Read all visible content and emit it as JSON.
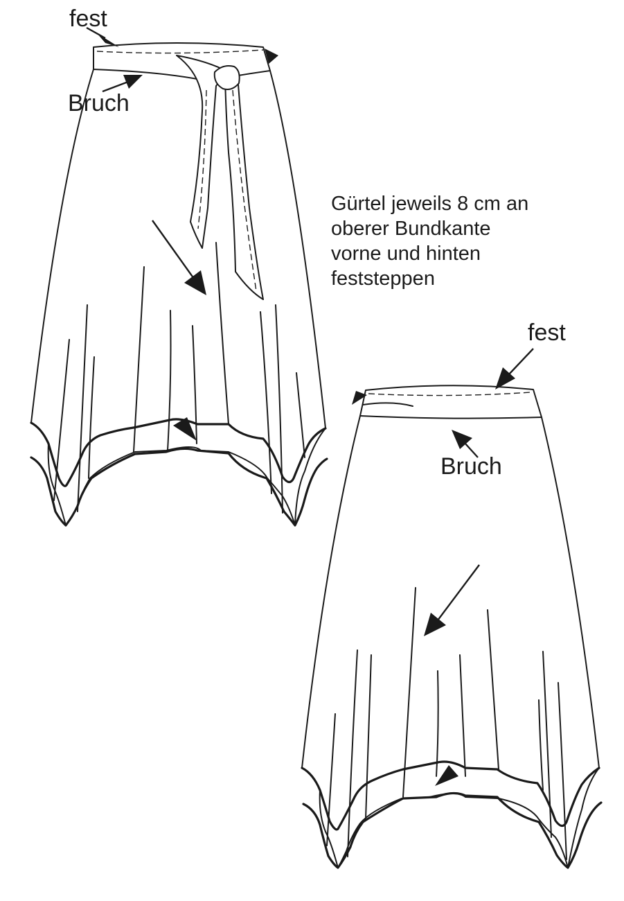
{
  "figure_top": {
    "label_fest": "fest",
    "label_bruch": "Bruch"
  },
  "figure_bottom": {
    "label_fest": "fest",
    "label_bruch": "Bruch"
  },
  "instruction": {
    "line1": "Gürtel jeweils 8 cm an",
    "line2": "oberer Bundkante",
    "line3": "vorne und hinten",
    "line4": "feststeppen"
  },
  "colors": {
    "ink": "#1a1a1a",
    "paper": "#ffffff"
  }
}
